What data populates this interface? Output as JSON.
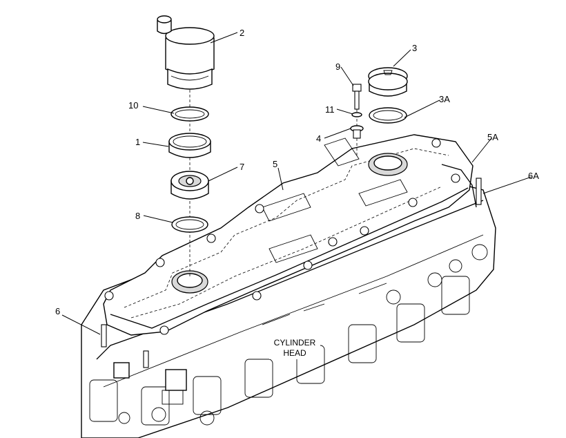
{
  "callouts": {
    "c1": "1",
    "c2": "2",
    "c3": "3",
    "c3a": "3A",
    "c4": "4",
    "c5": "5",
    "c5a": "5A",
    "c6": "6",
    "c6a": "6A",
    "c7": "7",
    "c8": "8",
    "c9": "9",
    "c10": "10",
    "c11": "11"
  },
  "caption": {
    "line1": "CYLINDER",
    "line2": "HEAD"
  }
}
